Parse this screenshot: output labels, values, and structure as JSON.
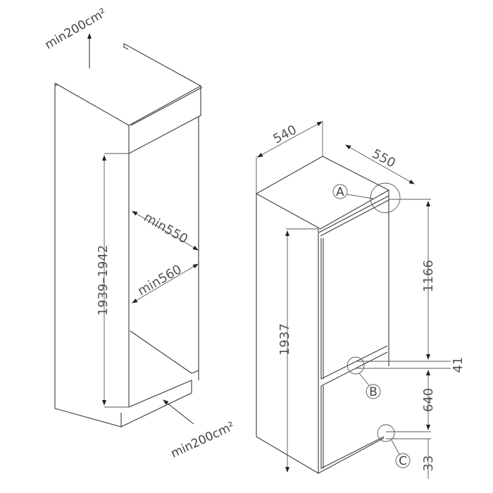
{
  "cabinet": {
    "vent_top": "min200cm²",
    "vent_bottom": "min200cm²",
    "height": "1939–1942",
    "depth": "min550",
    "width": "min560"
  },
  "appliance": {
    "width": "540",
    "depth": "550",
    "height": "1937",
    "upper_section": "1166",
    "gap": "41",
    "lower_section": "640",
    "bottom_offset": "33",
    "callouts": [
      "A",
      "B",
      "C"
    ]
  }
}
